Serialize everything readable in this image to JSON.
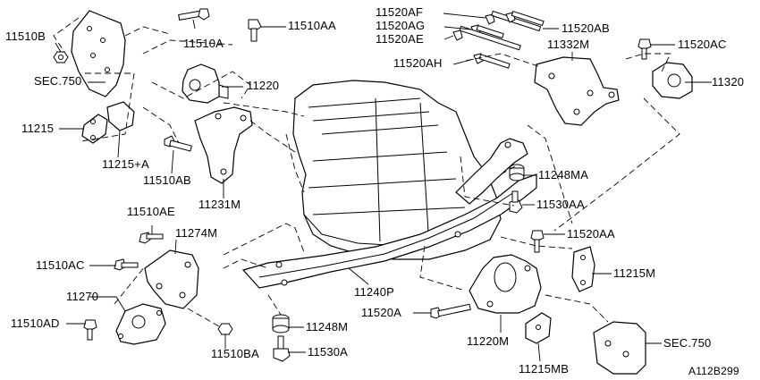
{
  "diagram_id": "A112B299",
  "colors": {
    "ink": "#000000",
    "paper": "#ffffff"
  },
  "labels": {
    "l_11510B": "11510B",
    "l_11510A": "11510A",
    "l_11510AA": "11510AA",
    "l_sec750_top": "SEC.750",
    "l_11220": "11220",
    "l_11215": "11215",
    "l_11215A": "11215+A",
    "l_11510AB": "11510AB",
    "l_11231M": "11231M",
    "l_11520AF": "11520AF",
    "l_11520AG": "11520AG",
    "l_11520AE": "11520AE",
    "l_11520AH": "11520AH",
    "l_11520AB": "11520AB",
    "l_11332M": "11332M",
    "l_11520AC": "11520AC",
    "l_11320": "11320",
    "l_11248MA": "11248MA",
    "l_11530AA": "11530AA",
    "l_11520AA": "11520AA",
    "l_11510AE": "11510AE",
    "l_11274M": "11274M",
    "l_11510AC": "11510AC",
    "l_11270": "11270",
    "l_11510AD": "11510AD",
    "l_11510BA": "11510BA",
    "l_11248M": "11248M",
    "l_11530A": "11530A",
    "l_11240P": "11240P",
    "l_11520A": "11520A",
    "l_11215M": "11215M",
    "l_11220M": "11220M",
    "l_11215MB": "11215MB",
    "l_sec750_bottom": "SEC.750"
  }
}
